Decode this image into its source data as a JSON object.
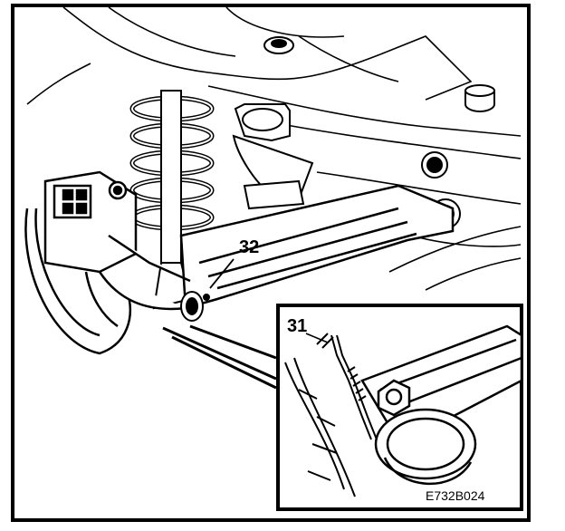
{
  "callouts": {
    "c32": "32",
    "c31": "31"
  },
  "figure_code": "E732B024",
  "colors": {
    "ink": "#000000",
    "paper": "#ffffff"
  }
}
